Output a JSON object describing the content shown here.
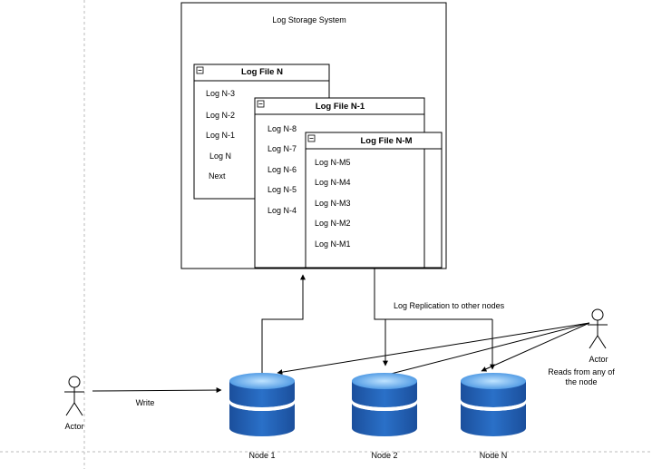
{
  "system": {
    "title": "Log Storage System"
  },
  "log_files": [
    {
      "title": "Log File N",
      "entries": [
        "Log N-3",
        "Log N-2",
        "Log N-1",
        "Log N",
        "Next"
      ]
    },
    {
      "title": "Log File N-1",
      "entries": [
        "Log N-8",
        "Log N-7",
        "Log N-6",
        "Log N-5",
        "Log N-4"
      ]
    },
    {
      "title": "Log File N-M",
      "entries": [
        "Log N-M5",
        "Log N-M4",
        "Log N-M3",
        "Log N-M2",
        "Log N-M1"
      ]
    }
  ],
  "nodes": [
    {
      "label": "Node 1"
    },
    {
      "label": "Node 2"
    },
    {
      "label": "Node N"
    }
  ],
  "actors": {
    "writer": {
      "label": "Actor"
    },
    "reader": {
      "label": "Actor",
      "note": [
        "Reads from any of",
        "the node"
      ]
    }
  },
  "edges": {
    "write_label": "Write",
    "replication_label": "Log Replication to other nodes"
  },
  "colors": {
    "db_dark": "#1b4f9c",
    "db_light": "#3f8fe0",
    "db_top": "#7cc0f5",
    "stroke": "#000000",
    "guide": "#bbbbbb"
  }
}
